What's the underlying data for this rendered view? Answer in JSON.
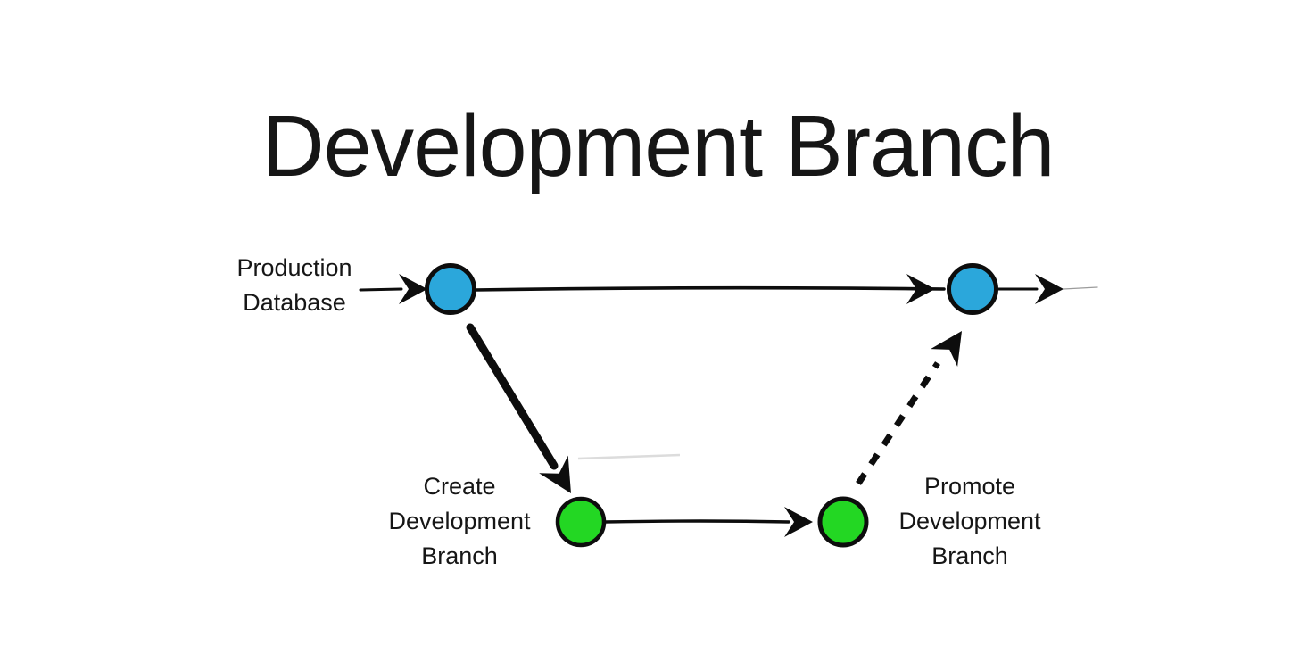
{
  "title": "Development Branch",
  "colors": {
    "background": "#ffffff",
    "ink": "#0d0d0d",
    "text": "#161616",
    "production_node": "#2BA7DB",
    "development_node": "#23D723",
    "faint_ink": "#9b9b9b",
    "smudge": "#dcdcdc"
  },
  "labels": {
    "production": {
      "lines": [
        "Production",
        "Database"
      ]
    },
    "create": {
      "lines": [
        "Create",
        "Development",
        "Branch"
      ]
    },
    "promote": {
      "lines": [
        "Promote",
        "Development",
        "Branch"
      ]
    }
  }
}
